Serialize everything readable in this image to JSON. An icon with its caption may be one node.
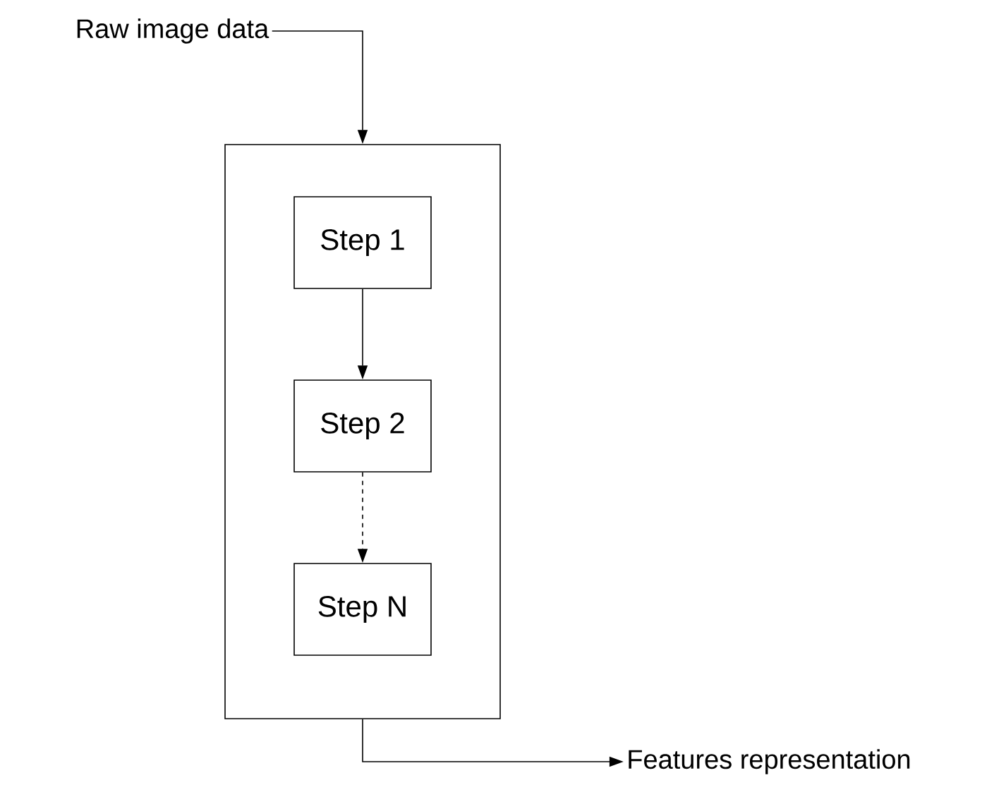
{
  "diagram": {
    "nodes": [
      {
        "text": [
          "Raw image data"
        ]
      },
      {
        "text": [],
        "shape": "box"
      },
      {
        "text": [
          "Step 1"
        ],
        "in": 1
      },
      {
        "text": [
          "Step 2"
        ],
        "in": 1
      },
      {
        "text": [
          "Step N"
        ],
        "in": 1
      },
      {
        "text": [
          "Features representation"
        ]
      }
    ],
    "edges": [
      {
        "from": 0,
        "to": 1,
        "arrow": "to"
      },
      {
        "from": 2,
        "to": 3,
        "arrow": "to"
      },
      {
        "from": 3,
        "to": 4,
        "arrow": "to",
        "style": "dashed"
      },
      {
        "from": 1,
        "to": 5,
        "arrow": "to"
      }
    ]
  }
}
